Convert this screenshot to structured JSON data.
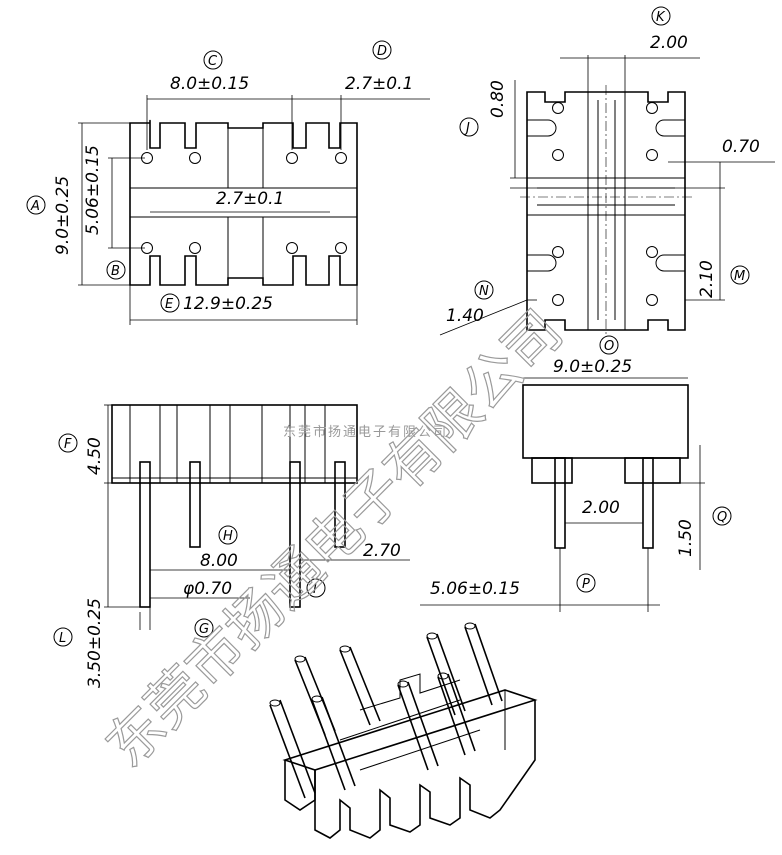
{
  "labels": {
    "A": "A",
    "B": "B",
    "C": "C",
    "D": "D",
    "E": "E",
    "F": "F",
    "G": "G",
    "H": "H",
    "I": "I",
    "J": "J",
    "K": "K",
    "L": "L",
    "M": "M",
    "N": "N",
    "O": "O",
    "P": "P",
    "Q": "Q"
  },
  "dimensions": {
    "C": "8.0±0.15",
    "D": "2.7±0.1",
    "A": "9.0±0.25",
    "B": "5.06±0.15",
    "center": "2.7±0.1",
    "E": "12.9±0.25",
    "K": "2.00",
    "J": "0.80",
    "right_070": "0.70",
    "M": "2.10",
    "N": "1.40",
    "O": "9.0±0.25",
    "F": "4.50",
    "H": "8.00",
    "I": "2.70",
    "G": "φ0.70",
    "L": "3.50±0.25",
    "side_200": "2.00",
    "Q": "1.50",
    "P": "5.06±0.15"
  },
  "watermark": {
    "big": "东莞市扬通电子有限公司",
    "small": "东莞市扬通电子有限公司"
  }
}
